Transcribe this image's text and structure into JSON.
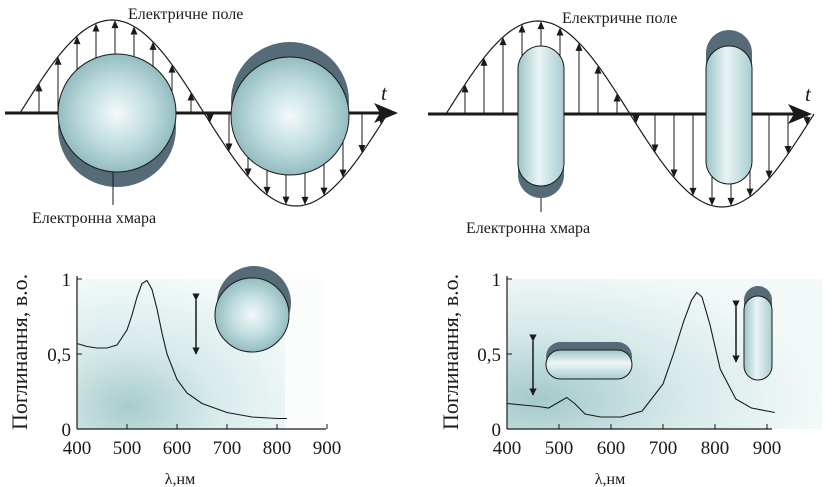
{
  "colors": {
    "sphere_light": "#f3fafa",
    "sphere_mid": "#bcdadc",
    "sphere_dark": "#7faab0",
    "shadow": "#556b77",
    "line": "#1a1a1a"
  },
  "top_left": {
    "field_label": "Електричне поле",
    "cloud_label": "Електронна хмара",
    "axis_var": "t"
  },
  "top_right": {
    "field_label": "Електричне поле",
    "cloud_label": "Електронна хмара",
    "axis_var": "t"
  },
  "chart_data": [
    {
      "type": "line",
      "ylabel": "Поглинання, в.о.",
      "xlabel": "λ,нм",
      "xlim": [
        400,
        900
      ],
      "ylim": [
        0,
        1
      ],
      "x_ticks": [
        "400",
        "500",
        "600",
        "700",
        "800",
        "900"
      ],
      "y_ticks": [
        "0",
        "0,5",
        "1"
      ],
      "x": [
        400,
        420,
        440,
        460,
        480,
        500,
        510,
        520,
        530,
        540,
        550,
        560,
        570,
        580,
        600,
        620,
        650,
        700,
        750,
        800,
        820
      ],
      "y": [
        0.57,
        0.55,
        0.54,
        0.54,
        0.56,
        0.66,
        0.76,
        0.88,
        0.97,
        0.99,
        0.93,
        0.8,
        0.64,
        0.5,
        0.33,
        0.24,
        0.17,
        0.11,
        0.08,
        0.07,
        0.07
      ]
    },
    {
      "type": "line",
      "ylabel": "Поглинання, в.о.",
      "xlabel": "λ,нм",
      "xlim": [
        400,
        900
      ],
      "ylim": [
        0,
        1
      ],
      "x_ticks": [
        "400",
        "500",
        "600",
        "700",
        "800",
        "900"
      ],
      "y_ticks": [
        "0",
        "0,5",
        "1"
      ],
      "x": [
        400,
        430,
        460,
        480,
        500,
        515,
        530,
        550,
        580,
        620,
        660,
        700,
        720,
        740,
        755,
        765,
        775,
        790,
        810,
        840,
        870,
        900,
        915
      ],
      "y": [
        0.17,
        0.16,
        0.15,
        0.14,
        0.18,
        0.21,
        0.17,
        0.1,
        0.08,
        0.08,
        0.12,
        0.3,
        0.5,
        0.72,
        0.86,
        0.91,
        0.88,
        0.7,
        0.4,
        0.2,
        0.14,
        0.12,
        0.11
      ]
    }
  ]
}
